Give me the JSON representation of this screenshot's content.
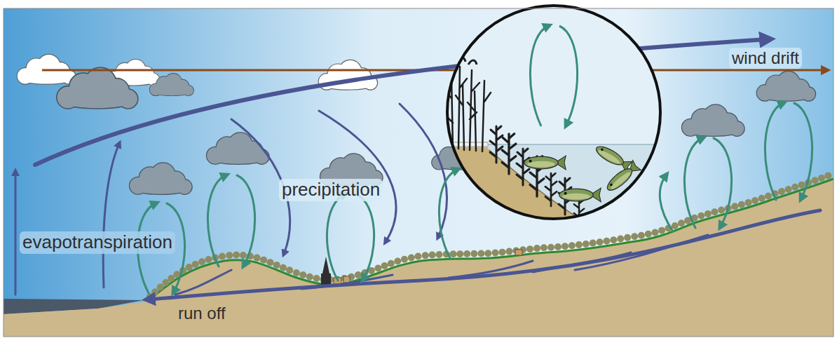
{
  "diagram": {
    "labels": [
      "wind drift",
      "precipitation",
      "evapotranspiration",
      "run off"
    ]
  }
}
